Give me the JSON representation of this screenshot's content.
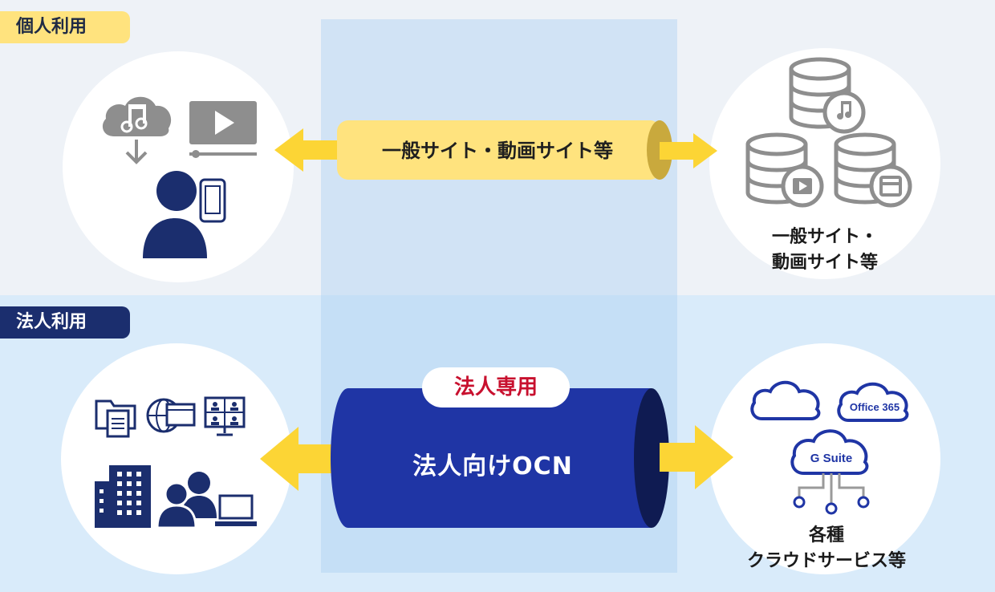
{
  "sections": {
    "personal_label": "個人利用",
    "business_label": "法人利用"
  },
  "personal": {
    "pipe_label": "一般サイト・動画サイト等",
    "destination_line1": "一般サイト・",
    "destination_line2": "動画サイト等"
  },
  "business": {
    "badge": "法人専用",
    "pipe_label": "法人向けOCN",
    "office_label": "Office 365",
    "gsuite_label": "G Suite",
    "destination_line1": "各種",
    "destination_line2": "クラウドサービス等"
  },
  "colors": {
    "yellow_pipe": "#ffe37e",
    "yellow_arrow": "#fcd535",
    "navy": "#1b2e6e",
    "pipe_blue": "#1f35a5",
    "icon_gray": "#8e8e8e",
    "accent_red": "#c8102e"
  }
}
